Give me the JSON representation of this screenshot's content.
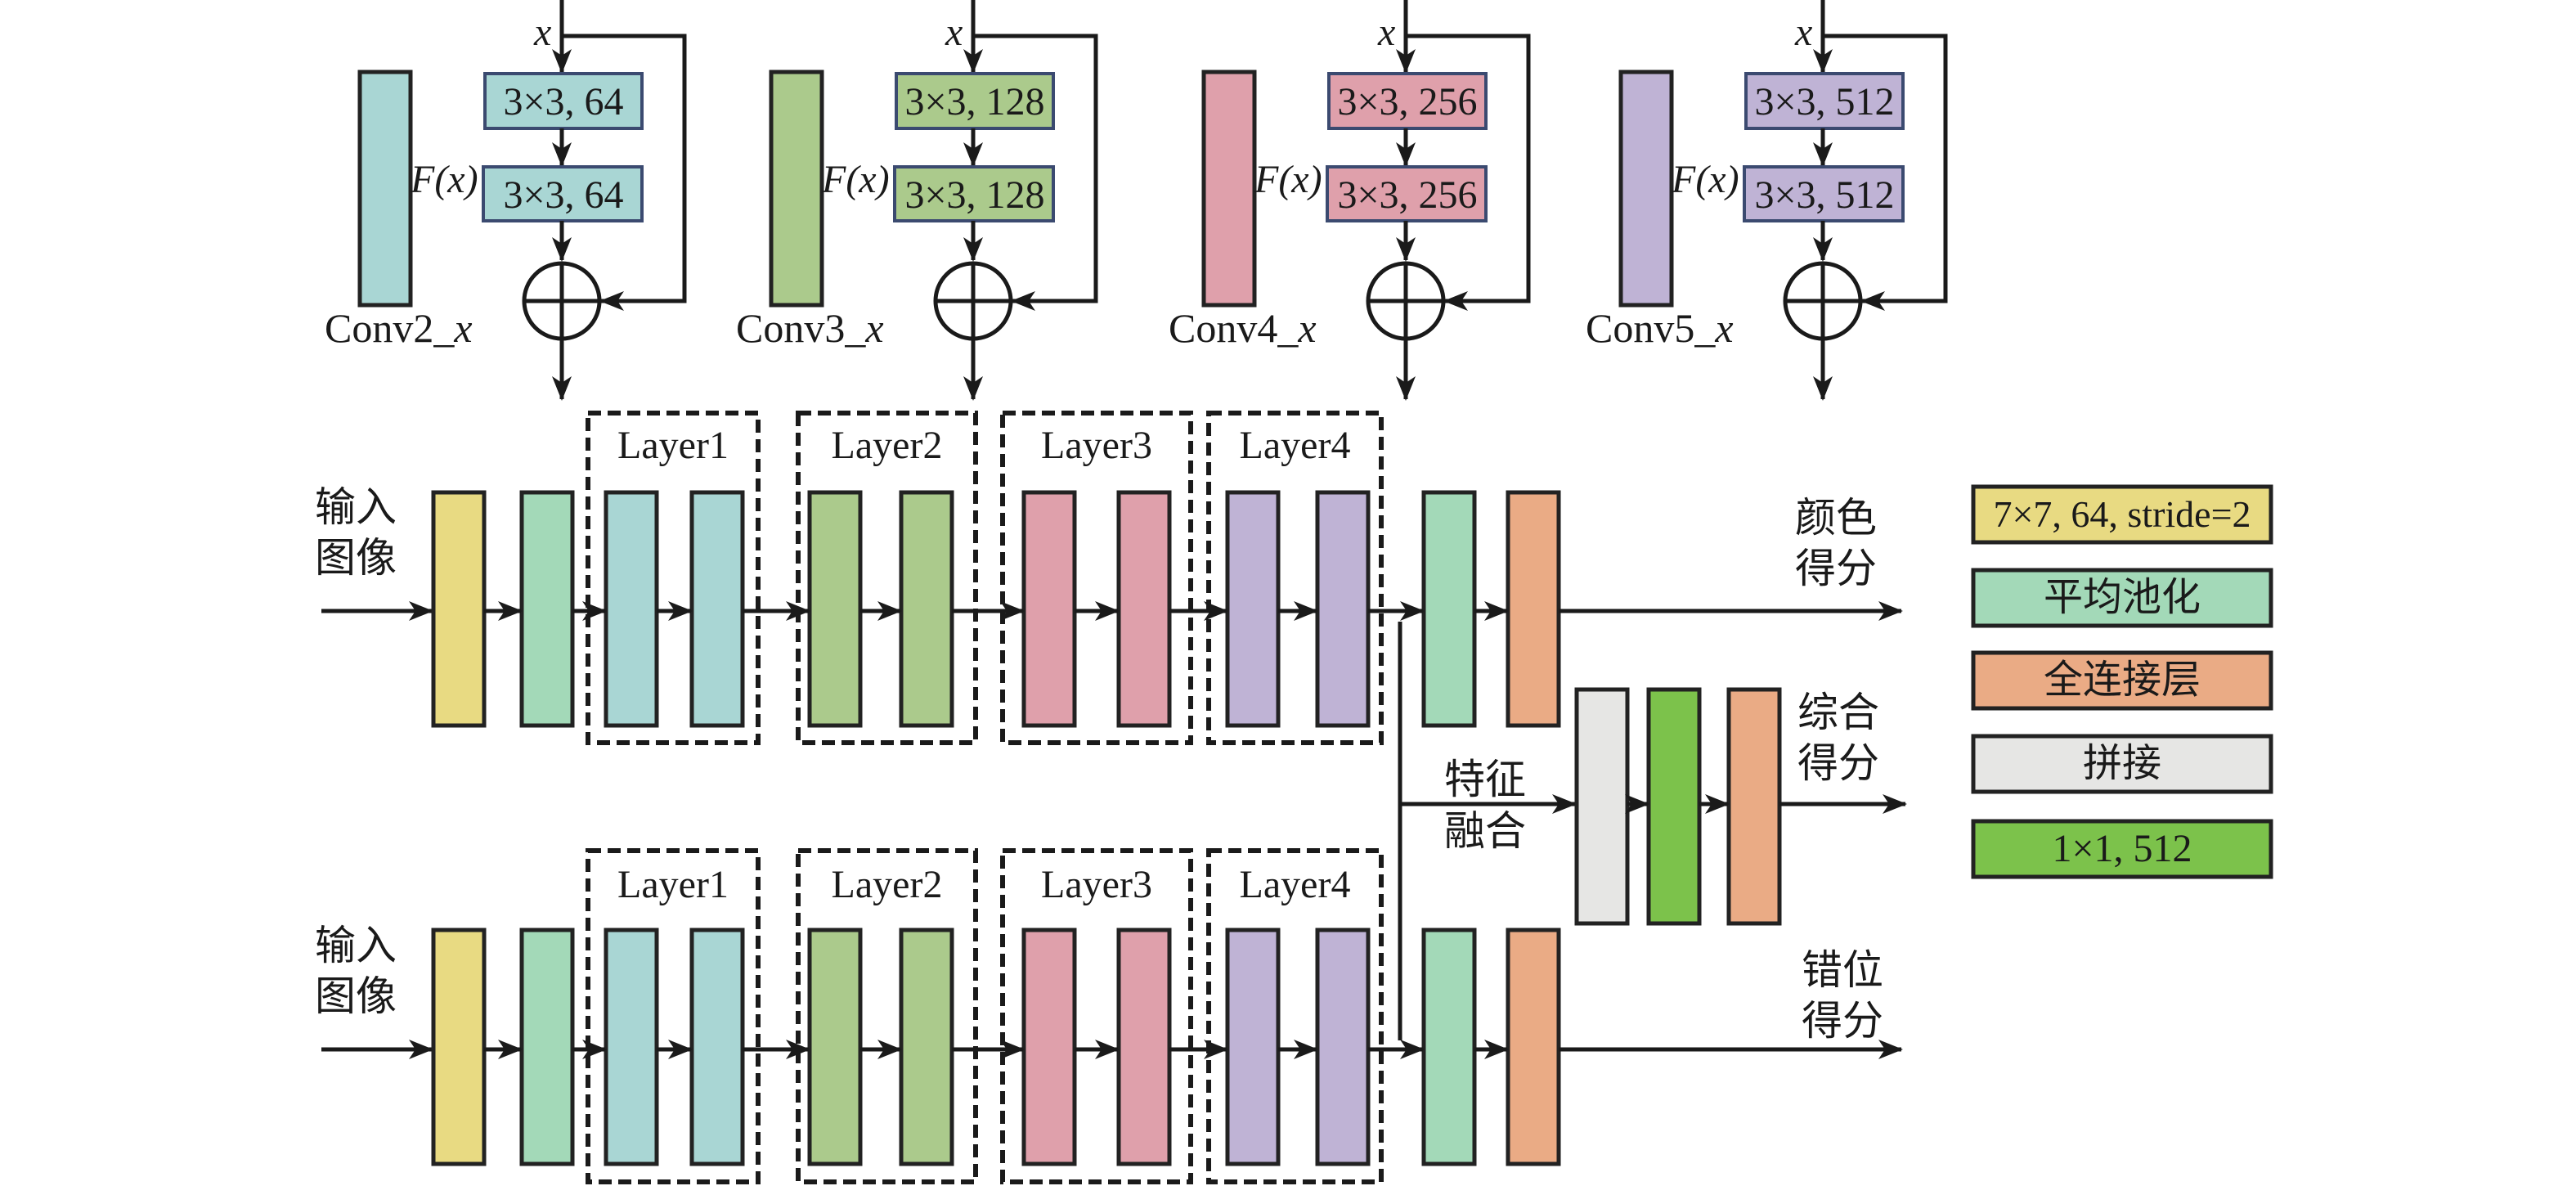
{
  "colors": {
    "conv7x7": "#e8da82",
    "avg_pool": "#a3d9b8",
    "layer1": "#a9d6d4",
    "layer2": "#abca8c",
    "layer3": "#dfa0ab",
    "layer4": "#bfb3d5",
    "fc": "#eaab85",
    "concat": "#e6e6e4",
    "conv1x1": "#7cc24b"
  },
  "residual_blocks": [
    {
      "name": "Conv2_x",
      "name_main": "Conv2_",
      "name_var": "x",
      "conv1": "3×3, 64",
      "conv2": "3×3, 64",
      "input_label": "x",
      "fx_label": "F(x)",
      "color_key": "layer1"
    },
    {
      "name": "Conv3_x",
      "name_main": "Conv3_",
      "name_var": "x",
      "conv1": "3×3, 128",
      "conv2": "3×3, 128",
      "input_label": "x",
      "fx_label": "F(x)",
      "color_key": "layer2"
    },
    {
      "name": "Conv4_x",
      "name_main": "Conv4_",
      "name_var": "x",
      "conv1": "3×3, 256",
      "conv2": "3×3, 256",
      "input_label": "x",
      "fx_label": "F(x)",
      "color_key": "layer3"
    },
    {
      "name": "Conv5_x",
      "name_main": "Conv5_",
      "name_var": "x",
      "conv1": "3×3, 512",
      "conv2": "3×3, 512",
      "input_label": "x",
      "fx_label": "F(x)",
      "color_key": "layer4"
    }
  ],
  "branches": [
    {
      "input_label": [
        "输入",
        "图像"
      ],
      "output_label": [
        "颜色",
        "得分"
      ]
    },
    {
      "input_label": [
        "输入",
        "图像"
      ],
      "output_label": [
        "错位",
        "得分"
      ]
    }
  ],
  "layer_groups": [
    "Layer1",
    "Layer2",
    "Layer3",
    "Layer4"
  ],
  "fusion": {
    "label": [
      "特征",
      "融合"
    ],
    "output_label": [
      "综合",
      "得分"
    ]
  },
  "legend": [
    {
      "label": "7×7, 64, stride=2",
      "color_key": "conv7x7"
    },
    {
      "label": "平均池化",
      "color_key": "avg_pool"
    },
    {
      "label": "全连接层",
      "color_key": "fc"
    },
    {
      "label": "拼接",
      "color_key": "concat"
    },
    {
      "label": "1×1, 512",
      "color_key": "conv1x1"
    }
  ]
}
